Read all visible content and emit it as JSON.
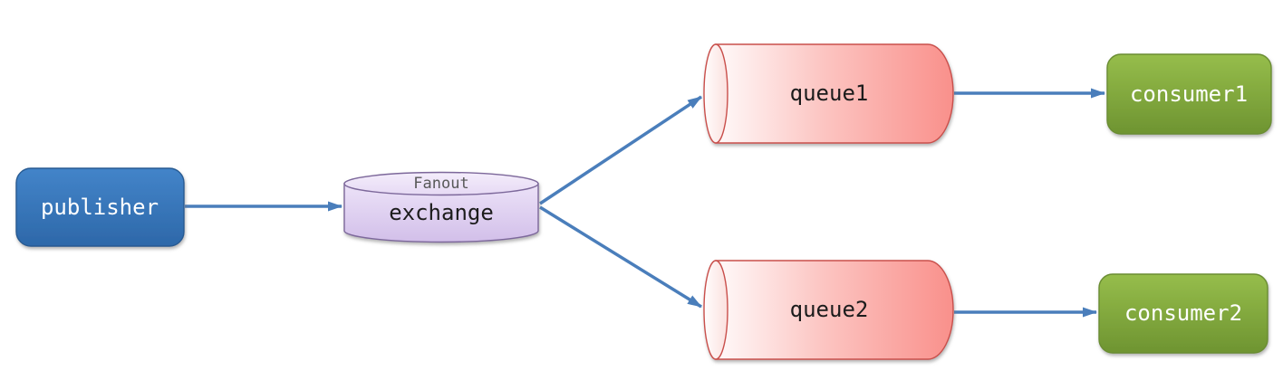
{
  "diagram": {
    "nodes": {
      "publisher": {
        "label": "publisher"
      },
      "exchange": {
        "type_label": "Fanout",
        "label": "exchange"
      },
      "queue1": {
        "label": "queue1"
      },
      "queue2": {
        "label": "queue2"
      },
      "consumer1": {
        "label": "consumer1"
      },
      "consumer2": {
        "label": "consumer2"
      }
    },
    "edges": [
      {
        "from": "publisher",
        "to": "exchange"
      },
      {
        "from": "exchange",
        "to": "queue1"
      },
      {
        "from": "exchange",
        "to": "queue2"
      },
      {
        "from": "queue1",
        "to": "consumer1"
      },
      {
        "from": "queue2",
        "to": "consumer2"
      }
    ],
    "colors": {
      "background": "#ffffff",
      "arrow": "#4a7ebb",
      "publisher_top": "#4384c9",
      "publisher_bottom": "#2d68a9",
      "publisher_border": "#265a92",
      "exchange_body_top": "#ece2f8",
      "exchange_body_bottom": "#d2bfe9",
      "exchange_rim_top": "#f4edfb",
      "exchange_rim_bottom": "#e6d9f4",
      "exchange_border": "#7d689b",
      "exchange_type_text": "#595959",
      "queue_body_light": "#fffafa",
      "queue_body_mid": "#fcc5c2",
      "queue_body_dark": "#f9908b",
      "queue_cap_light": "#fffdfd",
      "queue_cap_dark": "#fbe0de",
      "queue_border": "#c9504c",
      "consumer_top": "#96bd4b",
      "consumer_bottom": "#6e9431",
      "consumer_border": "#6b8d33",
      "label_dark": "#1a1a1a",
      "label_light": "#ffffff"
    }
  }
}
